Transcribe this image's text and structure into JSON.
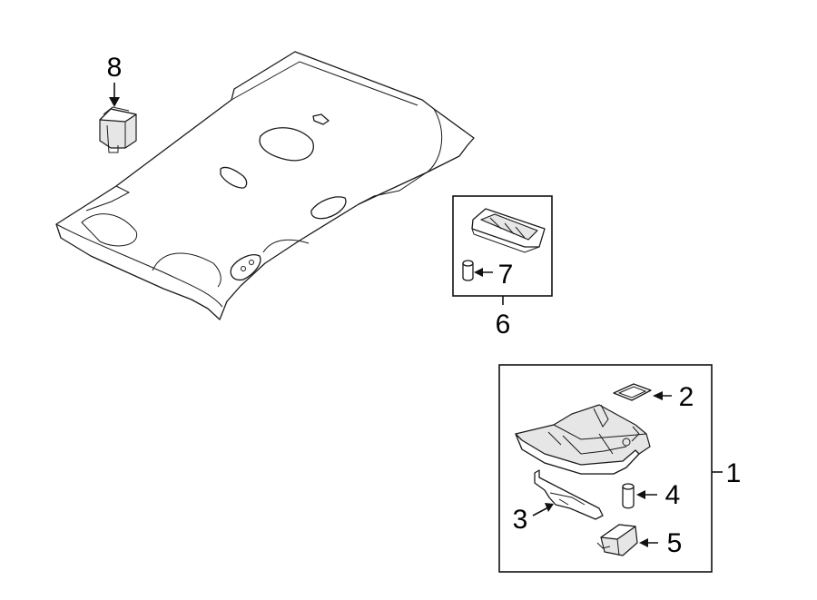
{
  "callouts": {
    "c1": "1",
    "c2": "2",
    "c3": "3",
    "c4": "4",
    "c5": "5",
    "c6": "6",
    "c7": "7",
    "c8": "8"
  },
  "colors": {
    "line": "#1a1a1a",
    "background": "#ffffff",
    "shade": "#e6e6e6"
  }
}
